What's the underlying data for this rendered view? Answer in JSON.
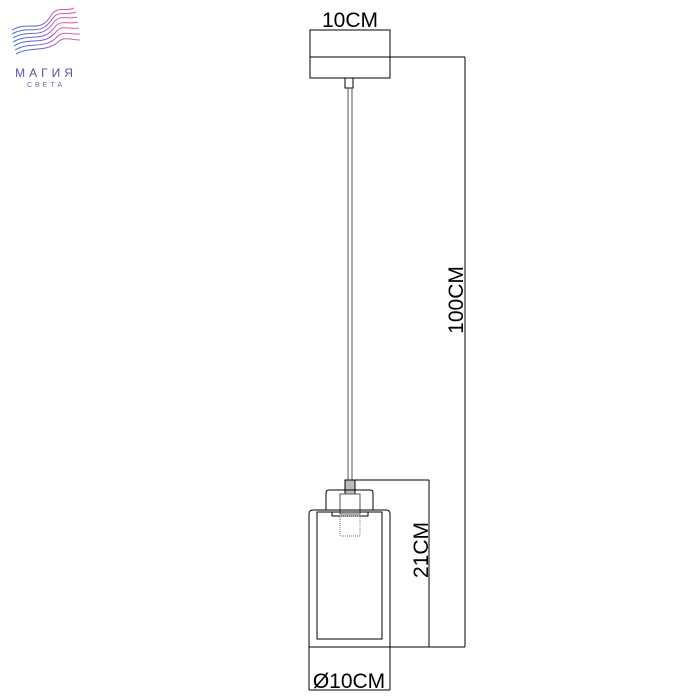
{
  "logo": {
    "line1": "МАГИЯ",
    "line2": "СВЕТА",
    "colors": [
      "#e35fa6",
      "#8f5cc9",
      "#3d6fd0"
    ]
  },
  "dimensions": {
    "canopy_width": "10CM",
    "total_height": "100CM",
    "shade_height": "21CM",
    "shade_diameter": "Ø10CM"
  }
}
